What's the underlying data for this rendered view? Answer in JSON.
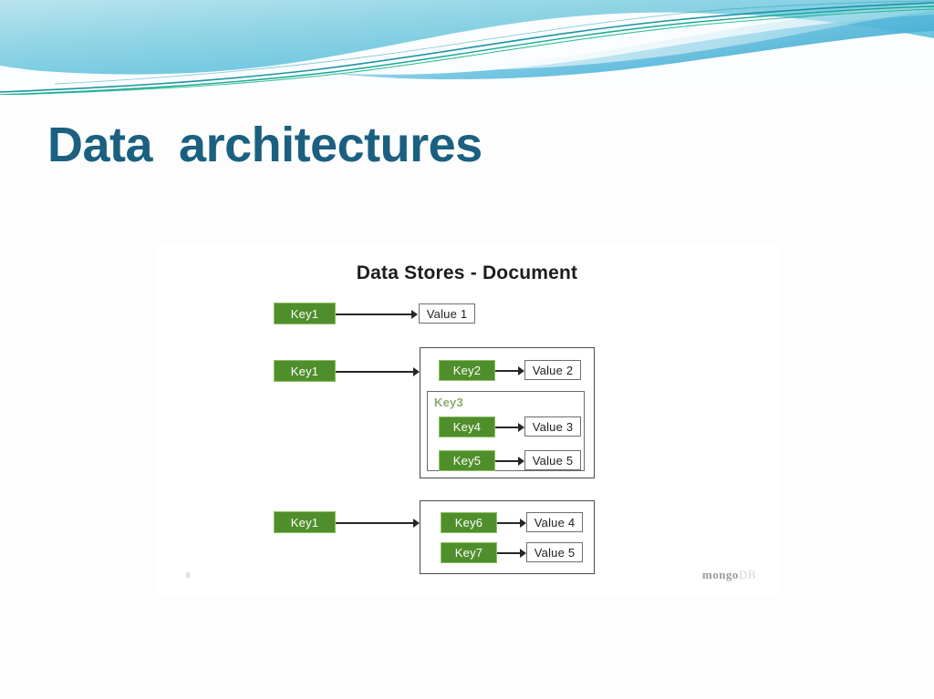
{
  "slide": {
    "title": "Data  architectures",
    "title_color": "#1b6080",
    "background_color": "#fdfdfd"
  },
  "banner": {
    "name": "decorative-wave-banner",
    "colors": {
      "sky_light": "#c9e9f2",
      "sky_mid": "#7fcddd",
      "sky_deep": "#55b9d8",
      "blue_band": "#6ec4e3",
      "teal_line": "#1796a3",
      "green_line": "#15b48b"
    }
  },
  "diagram": {
    "title": "Data Stores - Document",
    "panel_background": "#ffffff",
    "key_color": "#4f8f2b",
    "value_border": "#6e6e6e",
    "embedded_label_color": "#8aaa6e",
    "slide_number": "8",
    "logo": {
      "mongo": "mongo",
      "db": "DB"
    },
    "groups": [
      {
        "id": "group-1",
        "key": "Key1",
        "target_type": "value",
        "value": "Value 1"
      },
      {
        "id": "group-2",
        "key": "Key1",
        "target_type": "document",
        "pairs": [
          {
            "key": "Key2",
            "value": "Value 2"
          }
        ],
        "embedded": {
          "label": "Key3",
          "pairs": [
            {
              "key": "Key4",
              "value": "Value 3"
            },
            {
              "key": "Key5",
              "value": "Value 5"
            }
          ]
        }
      },
      {
        "id": "group-3",
        "key": "Key1",
        "target_type": "document",
        "pairs": [
          {
            "key": "Key6",
            "value": "Value 4"
          },
          {
            "key": "Key7",
            "value": "Value 5"
          }
        ]
      }
    ]
  }
}
